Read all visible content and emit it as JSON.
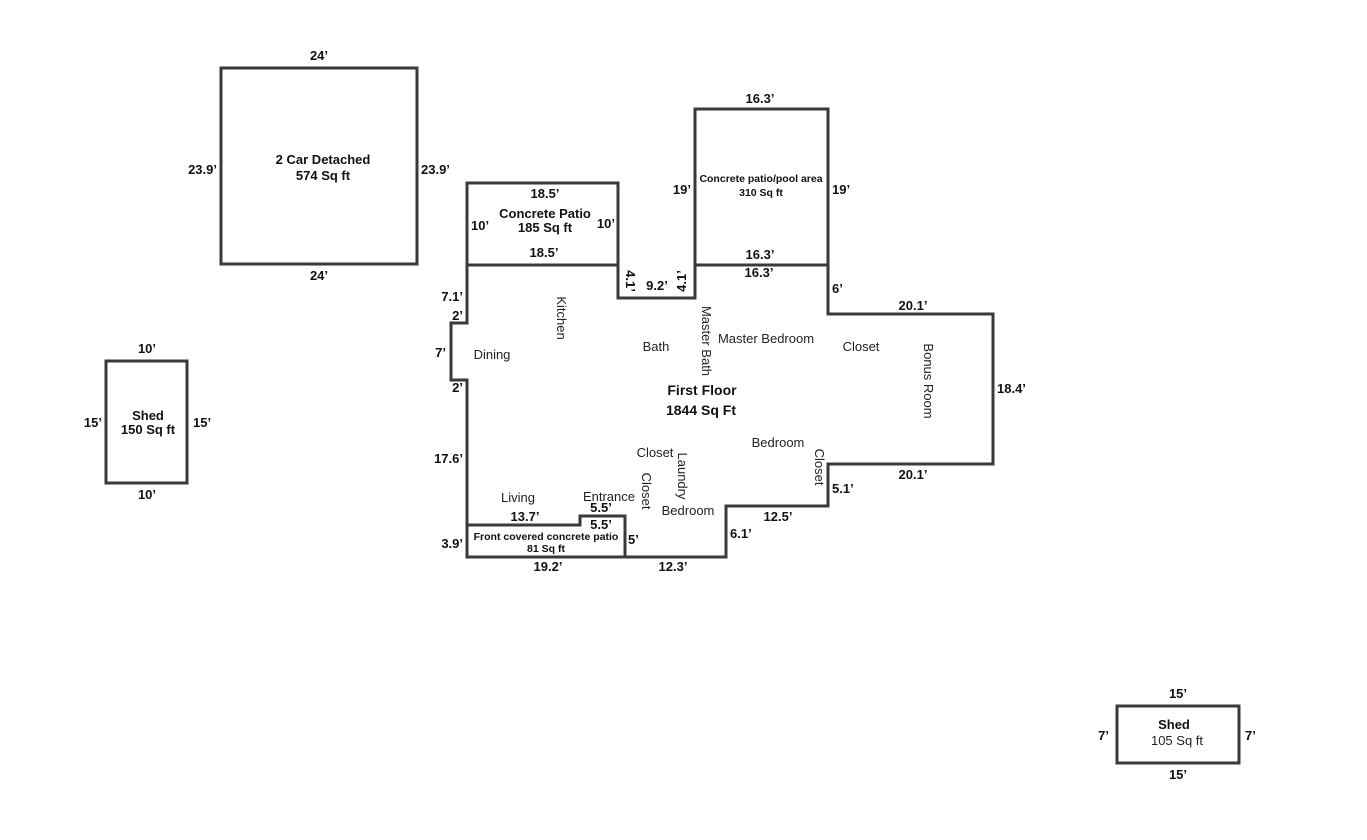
{
  "structures": {
    "garage": {
      "name": "2 Car Detached",
      "area": "574 Sq ft",
      "dims": {
        "top": "24’",
        "bottom": "24’",
        "left": "23.9’",
        "right": "23.9’"
      }
    },
    "shed_left": {
      "name": "Shed",
      "area": "150 Sq ft",
      "dims": {
        "top": "10’",
        "bottom": "10’",
        "left": "15’",
        "right": "15’"
      }
    },
    "shed_right": {
      "name": "Shed",
      "area": "105 Sq ft",
      "dims": {
        "top": "15’",
        "bottom": "15’",
        "left": "7’",
        "right": "7’"
      }
    },
    "concrete_patio": {
      "name": "Concrete Patio",
      "area": "185 Sq ft",
      "dims": {
        "top": "18.5’",
        "bottom": "18.5’",
        "left": "10’",
        "right": "10’"
      }
    },
    "pool_area": {
      "name": "Concrete patio/pool area",
      "area": "310 Sq ft",
      "dims": {
        "top": "16.3’",
        "bottom": "16.3’",
        "left": "19’",
        "right": "19’"
      }
    },
    "front_patio": {
      "name": "Front covered concrete patio",
      "area": "81 Sq ft",
      "dims": {
        "top": "13.7’",
        "step_top": "5.5’",
        "step_inner": "5.5’",
        "right": "5’",
        "left": "3.9’",
        "bottom": "19.2’"
      }
    }
  },
  "first_floor": {
    "title": "First Floor",
    "area": "1844 Sq Ft",
    "dims": {
      "left_upper": "7.1’",
      "bump_top": "2’",
      "bump_side": "7’",
      "bump_bottom": "2’",
      "left_lower": "17.6’",
      "notch_left": "4.1’",
      "notch_bottom": "9.2’",
      "notch_right": "4.1’",
      "pool_shared": "16.3’",
      "right_step_top": "6’",
      "bonus_top": "20.1’",
      "bonus_right": "18.4’",
      "bonus_bottom": "20.1’",
      "step_5_1": "5.1’",
      "step_12_5": "12.5’",
      "step_6_1": "6.1’",
      "bottom_12_3": "12.3’"
    },
    "rooms": {
      "kitchen": "Kitchen",
      "dining": "Dining",
      "bath": "Bath",
      "master_bath": "Master Bath",
      "master_bedroom": "Master Bedroom",
      "closet_master": "Closet",
      "bonus_room": "Bonus Room",
      "closet_center": "Closet",
      "laundry": "Laundry",
      "closet_entrance": "Closet",
      "bedroom_center": "Bedroom",
      "bedroom_lower": "Bedroom",
      "closet_bedroom": "Closet",
      "living": "Living",
      "entrance": "Entrance"
    }
  }
}
